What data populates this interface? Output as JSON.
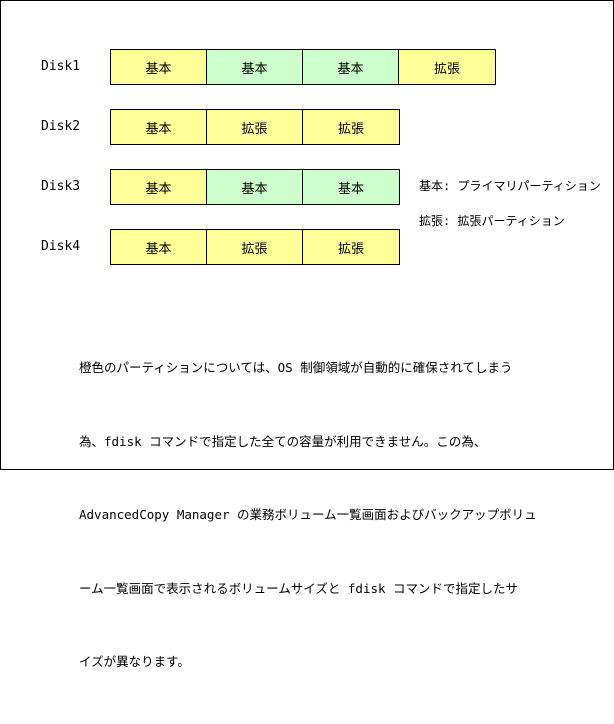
{
  "colors": {
    "basic": "#ffff99",
    "primary_green": "#ccffcc",
    "extended": "#ffff99",
    "border": "#000000"
  },
  "disks": [
    {
      "label": "Disk1",
      "parts": [
        {
          "text": "基本",
          "kind": "basic"
        },
        {
          "text": "基本",
          "kind": "primary_green"
        },
        {
          "text": "基本",
          "kind": "primary_green"
        },
        {
          "text": "拡張",
          "kind": "extended"
        }
      ]
    },
    {
      "label": "Disk2",
      "parts": [
        {
          "text": "基本",
          "kind": "basic"
        },
        {
          "text": "拡張",
          "kind": "extended"
        },
        {
          "text": "拡張",
          "kind": "extended"
        }
      ]
    },
    {
      "label": "Disk3",
      "parts": [
        {
          "text": "基本",
          "kind": "basic"
        },
        {
          "text": "基本",
          "kind": "primary_green"
        },
        {
          "text": "基本",
          "kind": "primary_green"
        }
      ]
    },
    {
      "label": "Disk4",
      "parts": [
        {
          "text": "基本",
          "kind": "basic"
        },
        {
          "text": "拡張",
          "kind": "extended"
        },
        {
          "text": "拡張",
          "kind": "extended"
        }
      ]
    }
  ],
  "legend": {
    "basic": "基本: プライマリパーティション",
    "extended": "拡張: 拡張パーティション"
  },
  "note": {
    "lines": [
      "橙色のパーティションについては、OS 制御領域が自動的に確保されてしまう",
      "為、fdisk コマンドで指定した全ての容量が利用できません。この為、",
      "AdvancedCopy Manager の業務ボリューム一覧画面およびバックアップボリュ",
      "ーム一覧画面で表示されるボリュームサイズと fdisk コマンドで指定したサ",
      "イズが異なります。"
    ]
  }
}
